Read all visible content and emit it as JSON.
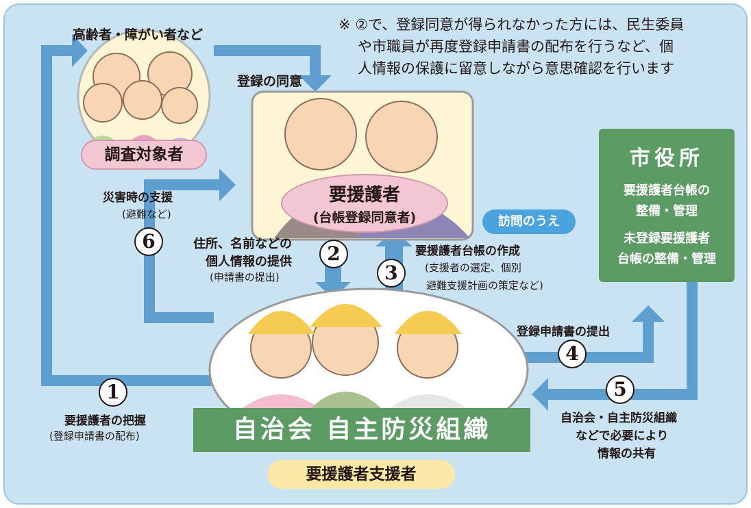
{
  "note": {
    "line1": "※ ②で、登録同意が得られなかった方には、民生委員",
    "line2": "や市職員が再度登録申請書の配布を行うなど、個",
    "line3": "人情報の保護に留意しながら意思確認を行います"
  },
  "survey": {
    "top_label": "高齢者・障がい者など",
    "badge": "調査対象者"
  },
  "consent_label": "登録の同意",
  "requester": {
    "title": "要援護者",
    "subtitle": "(台帳登録同意者)"
  },
  "visit_badge": "訪問のうえ",
  "city_hall": {
    "title": "市役所",
    "item1_line1": "要援護者台帳の",
    "item1_line2": "整備・管理",
    "item2_line1": "未登録要援護者",
    "item2_line2": "台帳の整備・管理"
  },
  "community": {
    "title": "自治会 自主防災組織",
    "supporter_badge": "要援護者支援者"
  },
  "steps": {
    "s1": {
      "num": "1",
      "line1": "要援護者の把握",
      "line2": "(登録申請書の配布)"
    },
    "s2": {
      "num": "2",
      "line1": "住所、名前などの",
      "line2": "個人情報の提供",
      "line3": "(申請書の提出)"
    },
    "s3": {
      "num": "3",
      "line1": "要援護者台帳の作成",
      "line2": "(支援者の選定、個別",
      "line3": "避難支援計画の策定など)"
    },
    "s4": {
      "num": "4",
      "line1": "登録申請書の提出"
    },
    "s5": {
      "num": "5",
      "line1": "自治会・自主防災組織",
      "line2": "などで必要により",
      "line3": "情報の共有"
    },
    "s6": {
      "num": "6",
      "line1": "災害時の支援",
      "line2": "(避難など)"
    }
  },
  "colors": {
    "background": "#c9e3f3",
    "arrow": "#5f9fd0",
    "green": "#5d9b65",
    "pink": "#f3c6d3",
    "yellow": "#fbe7a6",
    "cream": "#fdf5d4"
  }
}
